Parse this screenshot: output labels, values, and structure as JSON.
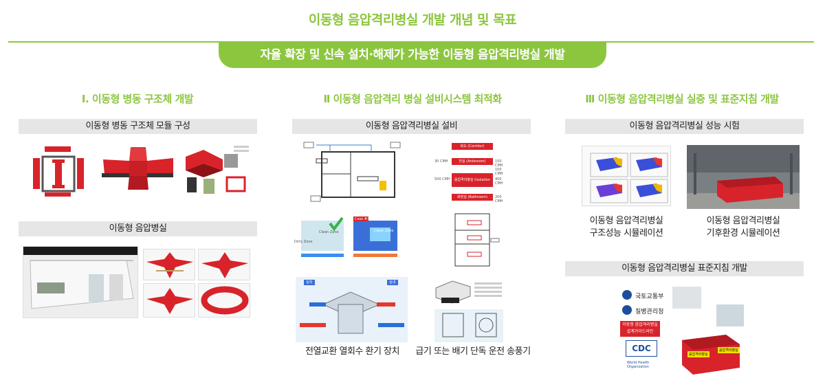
{
  "title": "이동형 음압격리병실 개발 개념 및 목표",
  "banner": "자율 확장 및 신속 설치·해제가 가능한 이동형 음압격리병실 개발",
  "columns": [
    {
      "heading": "Ⅰ. 이동형 병동 구조체 개발",
      "sections": [
        {
          "bar": "이동형 병동 구조체 모듈 구성"
        },
        {
          "bar": "이동형 음압병실"
        }
      ]
    },
    {
      "heading": "Ⅱ 이동형 음압격리 병실 설비시스템 최적화",
      "sections": [
        {
          "bar": "이동형 음압격리병실 설비"
        }
      ],
      "captions": [
        "전열교환 열회수 환기 장치",
        "급기 또는 배기 단독 운전 송풍기"
      ]
    },
    {
      "heading": "Ⅲ 이동형 음압격리병실 실증 및 표준지침 개발",
      "sections": [
        {
          "bar": "이동형 음압격리병실 성능 시험"
        },
        {
          "bar": "이동형 음압격리병실 표준지침 개발"
        }
      ],
      "captions": [
        [
          "이동형 음압격리병실",
          "구조성능 시뮬레이션"
        ],
        [
          "이동형 음압격리병실",
          "기후환경 시뮬레이션"
        ]
      ]
    }
  ],
  "diagram_labels": {
    "flow_boxes": [
      "복도 (Corridor)",
      "전실 (Anteroom)",
      "음압격리병실 (Isolation room)",
      "화장실 (Bathroom)"
    ],
    "flow_values": [
      "30 CMH",
      "150 CMH",
      "100 CMH",
      "500 CMH",
      "400 CMH",
      "200 CMH"
    ],
    "zone_labels": [
      "Clean Zone",
      "Dirty Zone",
      "Clean Zone",
      "Case #3"
    ],
    "hvac_labels": [
      "실외",
      "실내"
    ],
    "guide_labels": [
      "국토교통부",
      "질병관리청",
      "이동형 음압격리병실 설계가이드라인",
      "CDC",
      "World Health Organization",
      "음압격리병실",
      "음압격리병실"
    ],
    "logo_text": [
      "CDC",
      "World Health Organization"
    ]
  },
  "colors": {
    "accent": "#8cc63f",
    "module_red": "#d8232a",
    "bar_gray": "#e6e6e6"
  }
}
